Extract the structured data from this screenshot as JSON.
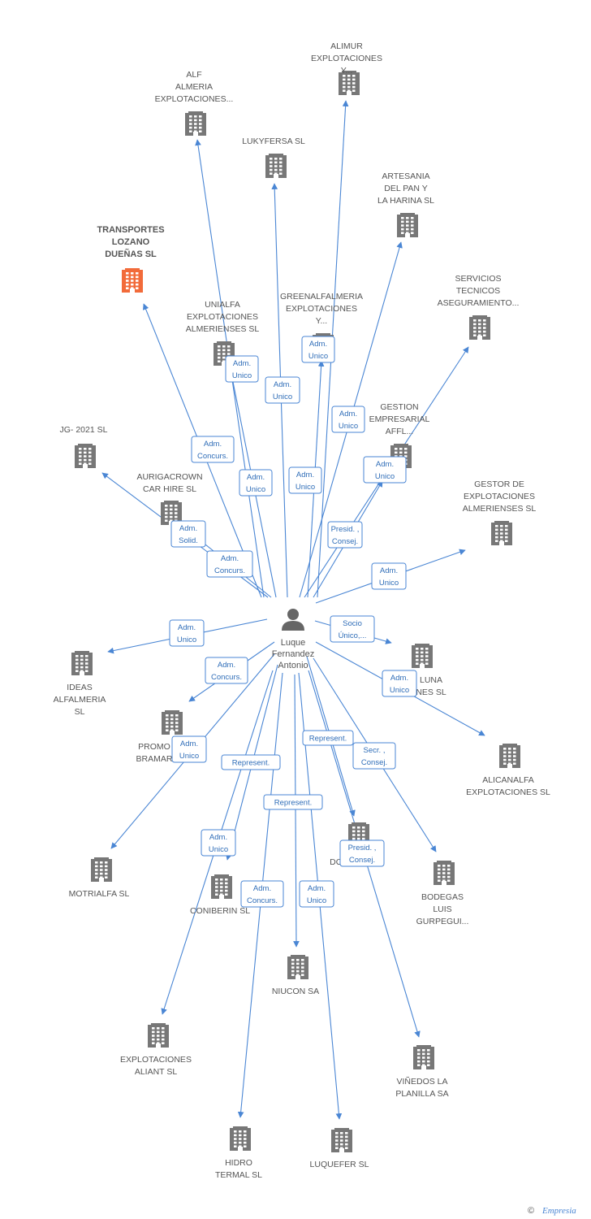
{
  "colors": {
    "edge": "#4a86d4",
    "building": "#777777",
    "highlight": "#f26b3a",
    "person": "#666666",
    "text": "#555555"
  },
  "center": {
    "name_lines": [
      "Luque",
      "Fernandez",
      "Antonio"
    ],
    "icon": "person-icon"
  },
  "nodes": [
    {
      "id": "alimur",
      "lines": [
        "ALIMUR",
        "EXPLOTACIONES",
        "Y..."
      ],
      "highlight": false
    },
    {
      "id": "alf-almeria",
      "lines": [
        "ALF",
        "ALMERIA",
        "EXPLOTACIONES..."
      ],
      "highlight": false
    },
    {
      "id": "lukyfersa",
      "lines": [
        "LUKYFERSA SL"
      ],
      "highlight": false
    },
    {
      "id": "artesania",
      "lines": [
        "ARTESANIA",
        "DEL PAN Y",
        "LA HARINA SL"
      ],
      "highlight": false
    },
    {
      "id": "transportes",
      "lines": [
        "TRANSPORTES",
        "LOZANO",
        "DUEÑAS SL"
      ],
      "highlight": true
    },
    {
      "id": "servicios",
      "lines": [
        "SERVICIOS",
        "TECNICOS",
        "ASEGURAMIENTO..."
      ],
      "highlight": false
    },
    {
      "id": "unialfa",
      "lines": [
        "UNIALFA",
        "EXPLOTACIONES",
        "ALMERIENSES SL"
      ],
      "highlight": false
    },
    {
      "id": "greenalf",
      "lines": [
        "GREENALFALMERIA",
        "EXPLOTACIONES",
        "Y..."
      ],
      "highlight": false
    },
    {
      "id": "gestion",
      "lines": [
        "GESTION",
        "EMPRESARIAL",
        "AFFL..."
      ],
      "highlight": false
    },
    {
      "id": "jg2021",
      "lines": [
        "JG- 2021  SL"
      ],
      "highlight": false
    },
    {
      "id": "aurigacrown",
      "lines": [
        "AURIGACROWN",
        "CAR HIRE SL"
      ],
      "highlight": false
    },
    {
      "id": "gestor",
      "lines": [
        "GESTOR DE",
        "EXPLOTACIONES",
        "ALMERIENSES SL"
      ],
      "highlight": false
    },
    {
      "id": "ideas",
      "lines": [
        "IDEAS",
        "ALFALMERIA",
        "SL"
      ],
      "highlight": false
    },
    {
      "id": "luna",
      "lines": [
        "LUNA",
        "NES  SL"
      ],
      "highlight": false
    },
    {
      "id": "promo",
      "lines": [
        "PROMO",
        "BRAMAR"
      ],
      "highlight": false
    },
    {
      "id": "alicanalfa",
      "lines": [
        "ALICANALFA",
        "EXPLOTACIONES SL"
      ],
      "highlight": false
    },
    {
      "id": "motrialfa",
      "lines": [
        "MOTRIALFA SL"
      ],
      "highlight": false
    },
    {
      "id": "do",
      "lines": [
        "DO"
      ],
      "highlight": false
    },
    {
      "id": "coniberin",
      "lines": [
        "CONIBERIN SL"
      ],
      "highlight": false
    },
    {
      "id": "bodegas",
      "lines": [
        "BODEGAS",
        "LUIS",
        "GURPEGUI..."
      ],
      "highlight": false
    },
    {
      "id": "niucon",
      "lines": [
        "NIUCON SA"
      ],
      "highlight": false
    },
    {
      "id": "explotaciones-aliant",
      "lines": [
        "EXPLOTACIONES",
        "ALIANT SL"
      ],
      "highlight": false
    },
    {
      "id": "vinedos",
      "lines": [
        "VIÑEDOS LA",
        "PLANILLA SA"
      ],
      "highlight": false
    },
    {
      "id": "hidro",
      "lines": [
        "HIDRO",
        "TERMAL SL"
      ],
      "highlight": false
    },
    {
      "id": "luquefer",
      "lines": [
        "LUQUEFER SL"
      ],
      "highlight": false
    }
  ],
  "relations": [
    {
      "target": "alimur",
      "lines": [
        "Adm.",
        "Unico"
      ]
    },
    {
      "target": "alf-almeria",
      "lines": [
        "Adm.",
        "Unico"
      ]
    },
    {
      "target": "lukyfersa",
      "lines": [
        "Adm.",
        "Unico"
      ]
    },
    {
      "target": "artesania",
      "lines": [
        "Adm.",
        "Unico"
      ]
    },
    {
      "target": "transportes",
      "lines": [
        "Adm.",
        "Concurs."
      ]
    },
    {
      "target": "servicios",
      "lines": [
        "Adm.",
        "Unico"
      ]
    },
    {
      "target": "unialfa",
      "lines": [
        "Adm.",
        "Unico"
      ]
    },
    {
      "target": "greenalf",
      "lines": [
        "Adm.",
        "Unico"
      ]
    },
    {
      "target": "gestion",
      "lines": [
        "Presid. ,",
        "Consej."
      ]
    },
    {
      "target": "jg2021",
      "lines": [
        "Adm.",
        "Solid."
      ]
    },
    {
      "target": "aurigacrown",
      "lines": [
        "Adm.",
        "Concurs."
      ]
    },
    {
      "target": "gestor",
      "lines": [
        "Adm.",
        "Unico"
      ]
    },
    {
      "target": "ideas",
      "lines": [
        "Adm.",
        "Unico"
      ]
    },
    {
      "target": "luna",
      "lines": [
        "Socio",
        "Único,..."
      ]
    },
    {
      "target": "promo",
      "lines": [
        "Adm.",
        "Concurs."
      ]
    },
    {
      "target": "alicanalfa",
      "lines": [
        "Adm.",
        "Unico"
      ]
    },
    {
      "target": "motrialfa",
      "lines": [
        "Adm.",
        "Unico"
      ]
    },
    {
      "target": "do",
      "lines": [
        "Represent."
      ]
    },
    {
      "target": "coniberin",
      "lines": [
        "Represent."
      ]
    },
    {
      "target": "bodegas",
      "lines": [
        "Secr. ,",
        "Consej."
      ]
    },
    {
      "target": "niucon",
      "lines": [
        "Represent."
      ]
    },
    {
      "target": "explotaciones-aliant",
      "lines": [
        "Adm.",
        "Unico"
      ]
    },
    {
      "target": "vinedos",
      "lines": [
        "Presid. ,",
        "Consej."
      ]
    },
    {
      "target": "hidro",
      "lines": [
        "Adm.",
        "Concurs."
      ]
    },
    {
      "target": "luquefer",
      "lines": [
        "Adm.",
        "Unico"
      ]
    }
  ],
  "footer": {
    "copyright_symbol": "©",
    "brand": "Empresia"
  }
}
